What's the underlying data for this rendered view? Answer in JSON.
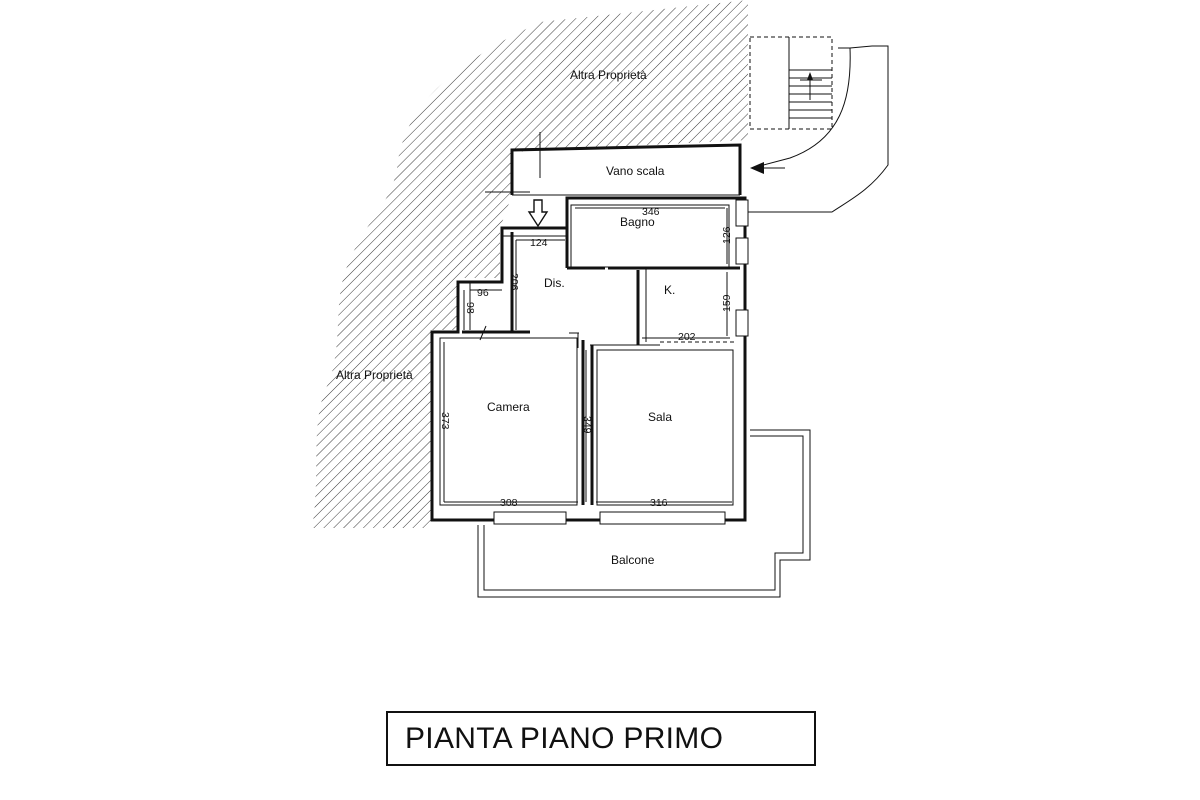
{
  "title": "PIANTA PIANO PRIMO",
  "labels": {
    "neighbor_top": "Altra Proprietà",
    "neighbor_left": "Altra Proprietà",
    "stairwell": "Vano scala",
    "bathroom": "Bagno",
    "hallway": "Dis.",
    "kitchen": "K.",
    "bedroom": "Camera",
    "living": "Sala",
    "balcony": "Balcone"
  },
  "dimensions": {
    "bagno_width": "346",
    "bagno_depth": "126",
    "entry_width": "124",
    "dis_depth": "206",
    "closet_width": "96",
    "closet_depth": "98",
    "kitchen_depth": "159",
    "kitchen_width": "202",
    "camera_depth": "373",
    "camera_width": "308",
    "sala_depth": "349",
    "sala_width": "316"
  },
  "colors": {
    "ink": "#111111",
    "background": "#ffffff"
  }
}
